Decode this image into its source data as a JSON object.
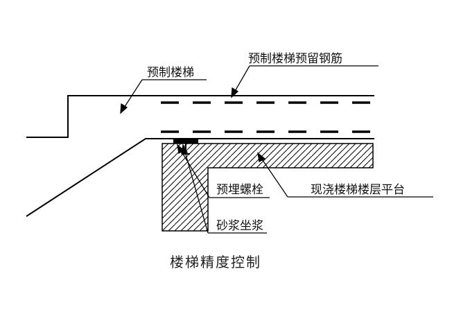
{
  "labels": {
    "precast_stair": "预制楼梯",
    "reserved_rebar": "预制楼梯预留钢筋",
    "embedded_bolt": "预埋螺栓",
    "mortar_bed": "砂浆坐浆",
    "cast_platform": "现浇楼梯楼层平台"
  },
  "caption": "楼梯精度控制",
  "colors": {
    "line": "#000000",
    "text": "#111111"
  }
}
